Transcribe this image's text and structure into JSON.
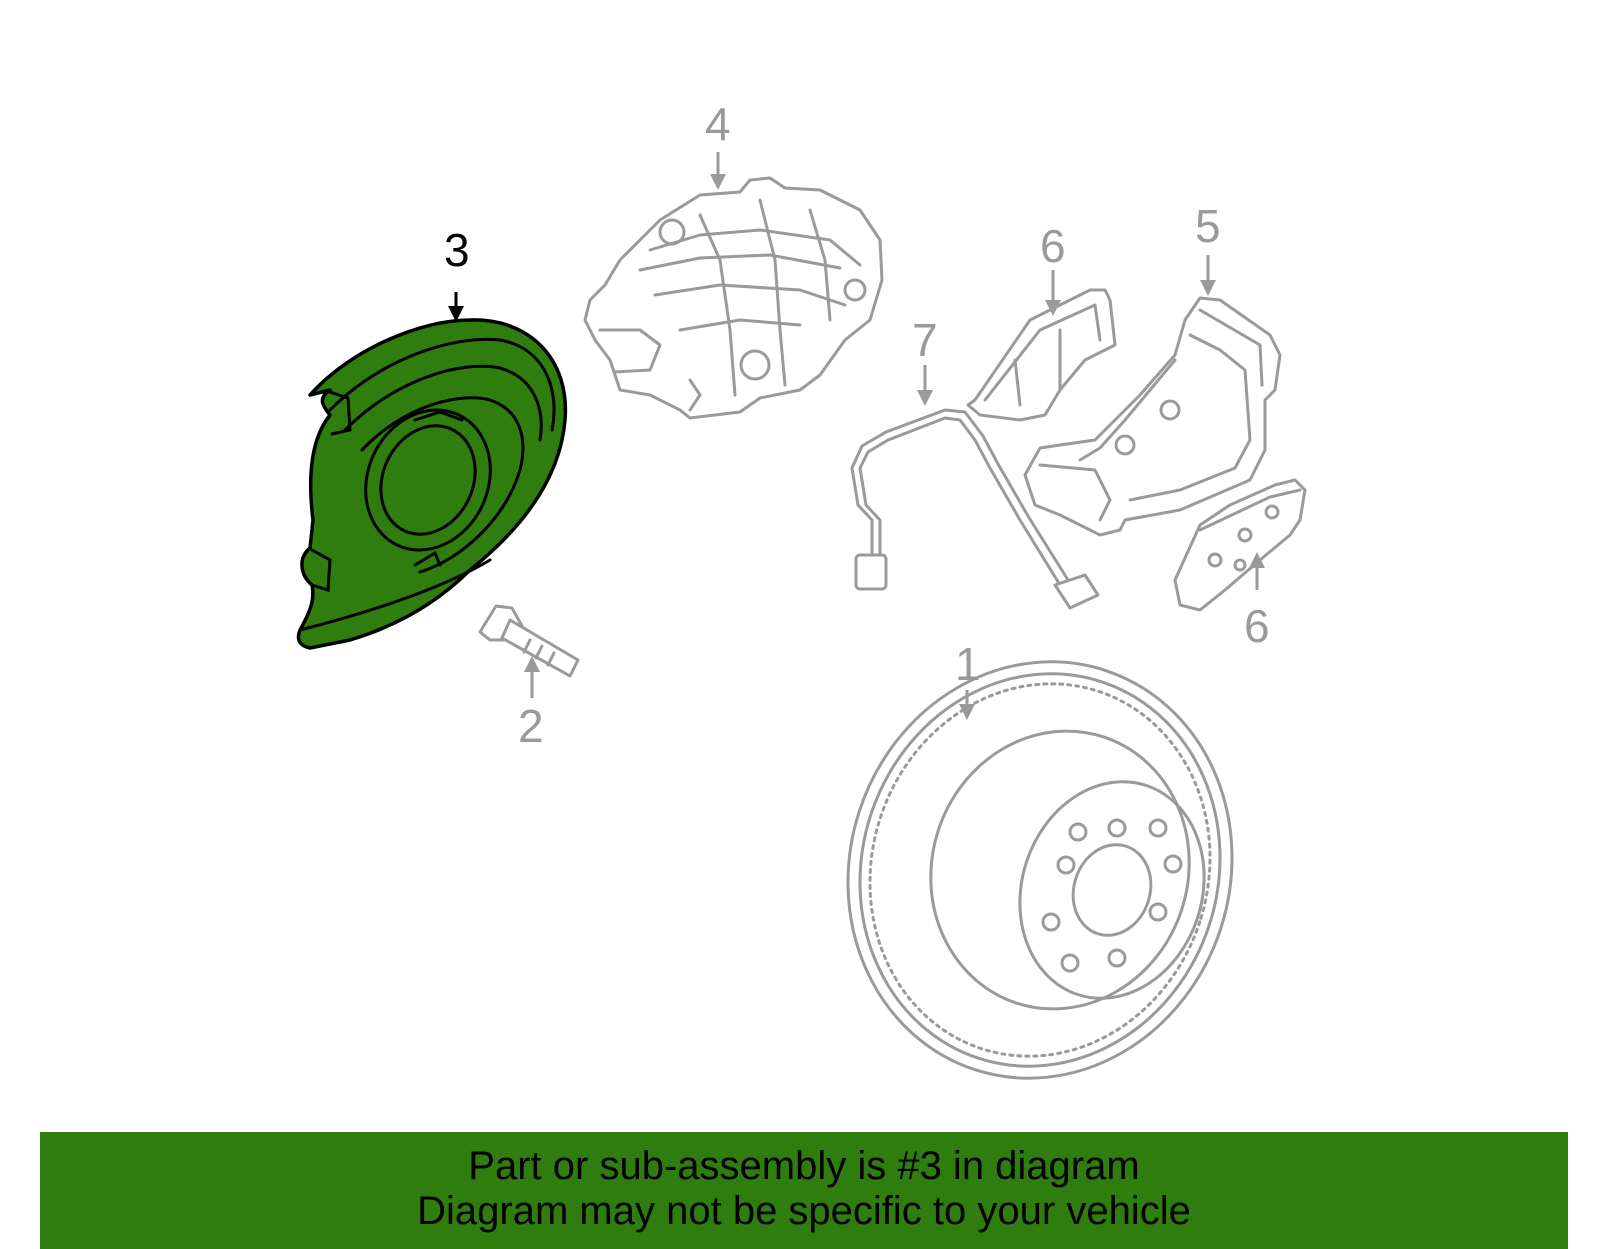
{
  "callouts": {
    "c1": "1",
    "c2": "2",
    "c3": "3",
    "c4": "4",
    "c5": "5",
    "c6a": "6",
    "c6b": "6",
    "c7": "7"
  },
  "highlighted_part": "3",
  "colors": {
    "highlight": "#2e7d0e",
    "parts": "#9a9a9a",
    "selected_label": "#000000"
  },
  "banner": {
    "line1": "Part or sub-assembly is #3 in diagram",
    "line2": "Diagram may not be specific to your vehicle"
  }
}
